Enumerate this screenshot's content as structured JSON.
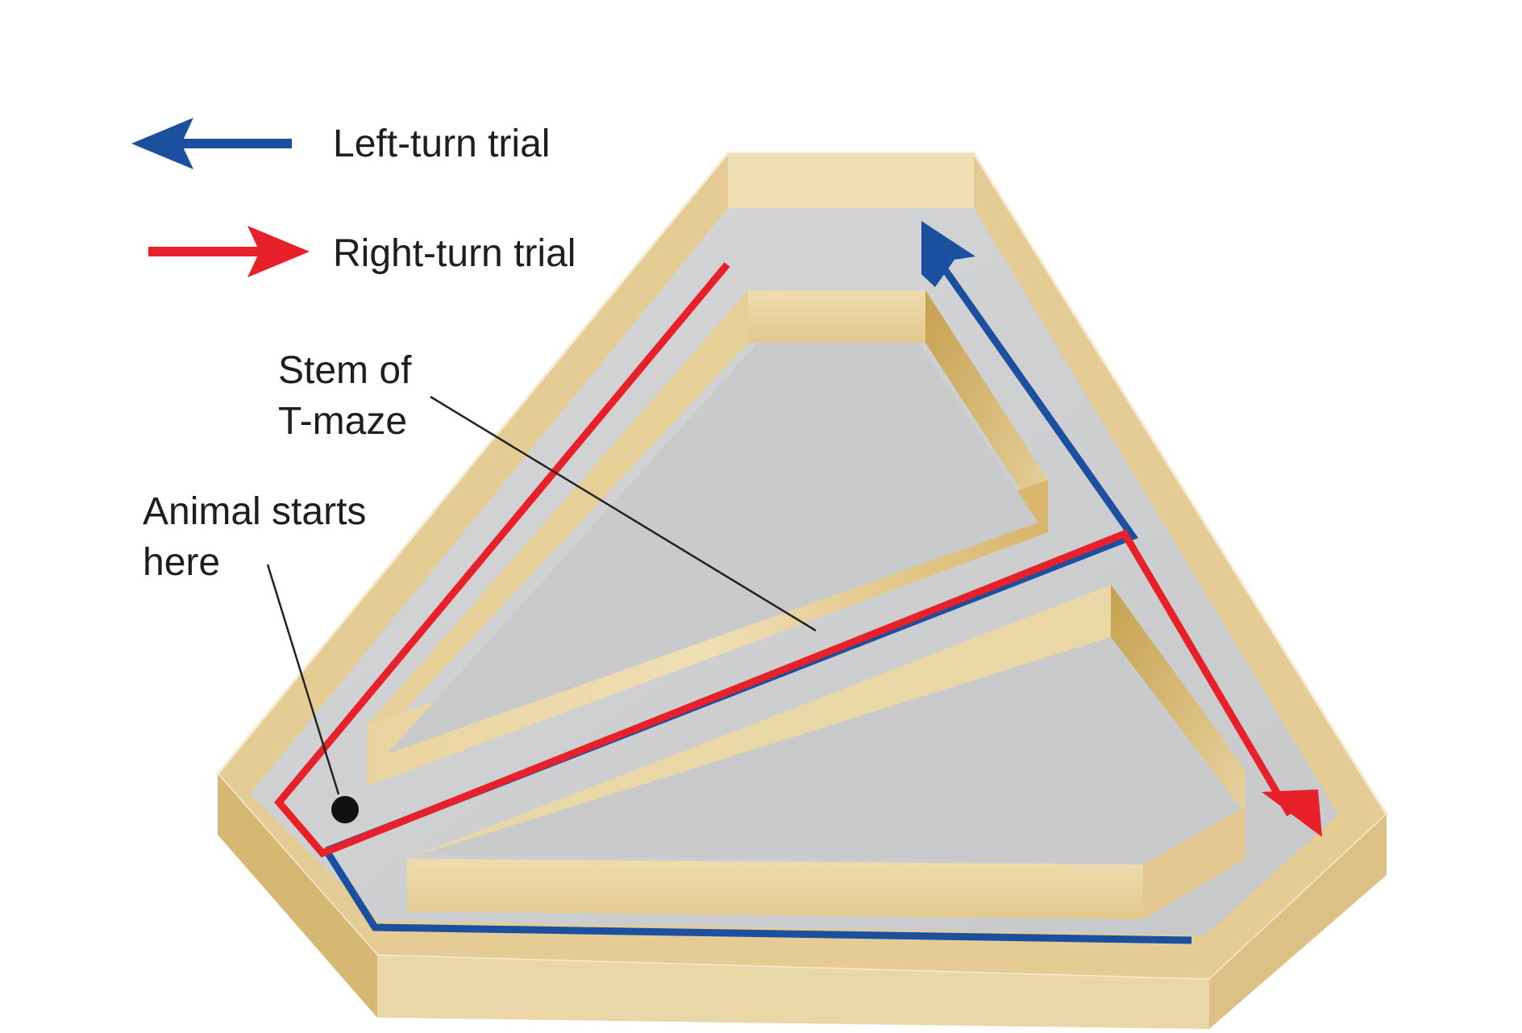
{
  "legend": {
    "left_label": "Left-turn trial",
    "right_label": "Right-turn trial"
  },
  "annotations": {
    "stem_line1": "Stem of",
    "stem_line2": "T-maze",
    "start_line1": "Animal starts",
    "start_line2": "here"
  },
  "colors": {
    "left_path": "#1b4fa0",
    "right_path": "#e8202a",
    "maze_floor": "#cfd0d2",
    "wall_light": "#ead6a6",
    "wall_dark": "#c9a65a",
    "start_dot": "#111111"
  },
  "icons": {
    "left_arrow": "arrow-left-icon",
    "right_arrow": "arrow-right-icon",
    "start_marker": "start-dot-icon"
  }
}
